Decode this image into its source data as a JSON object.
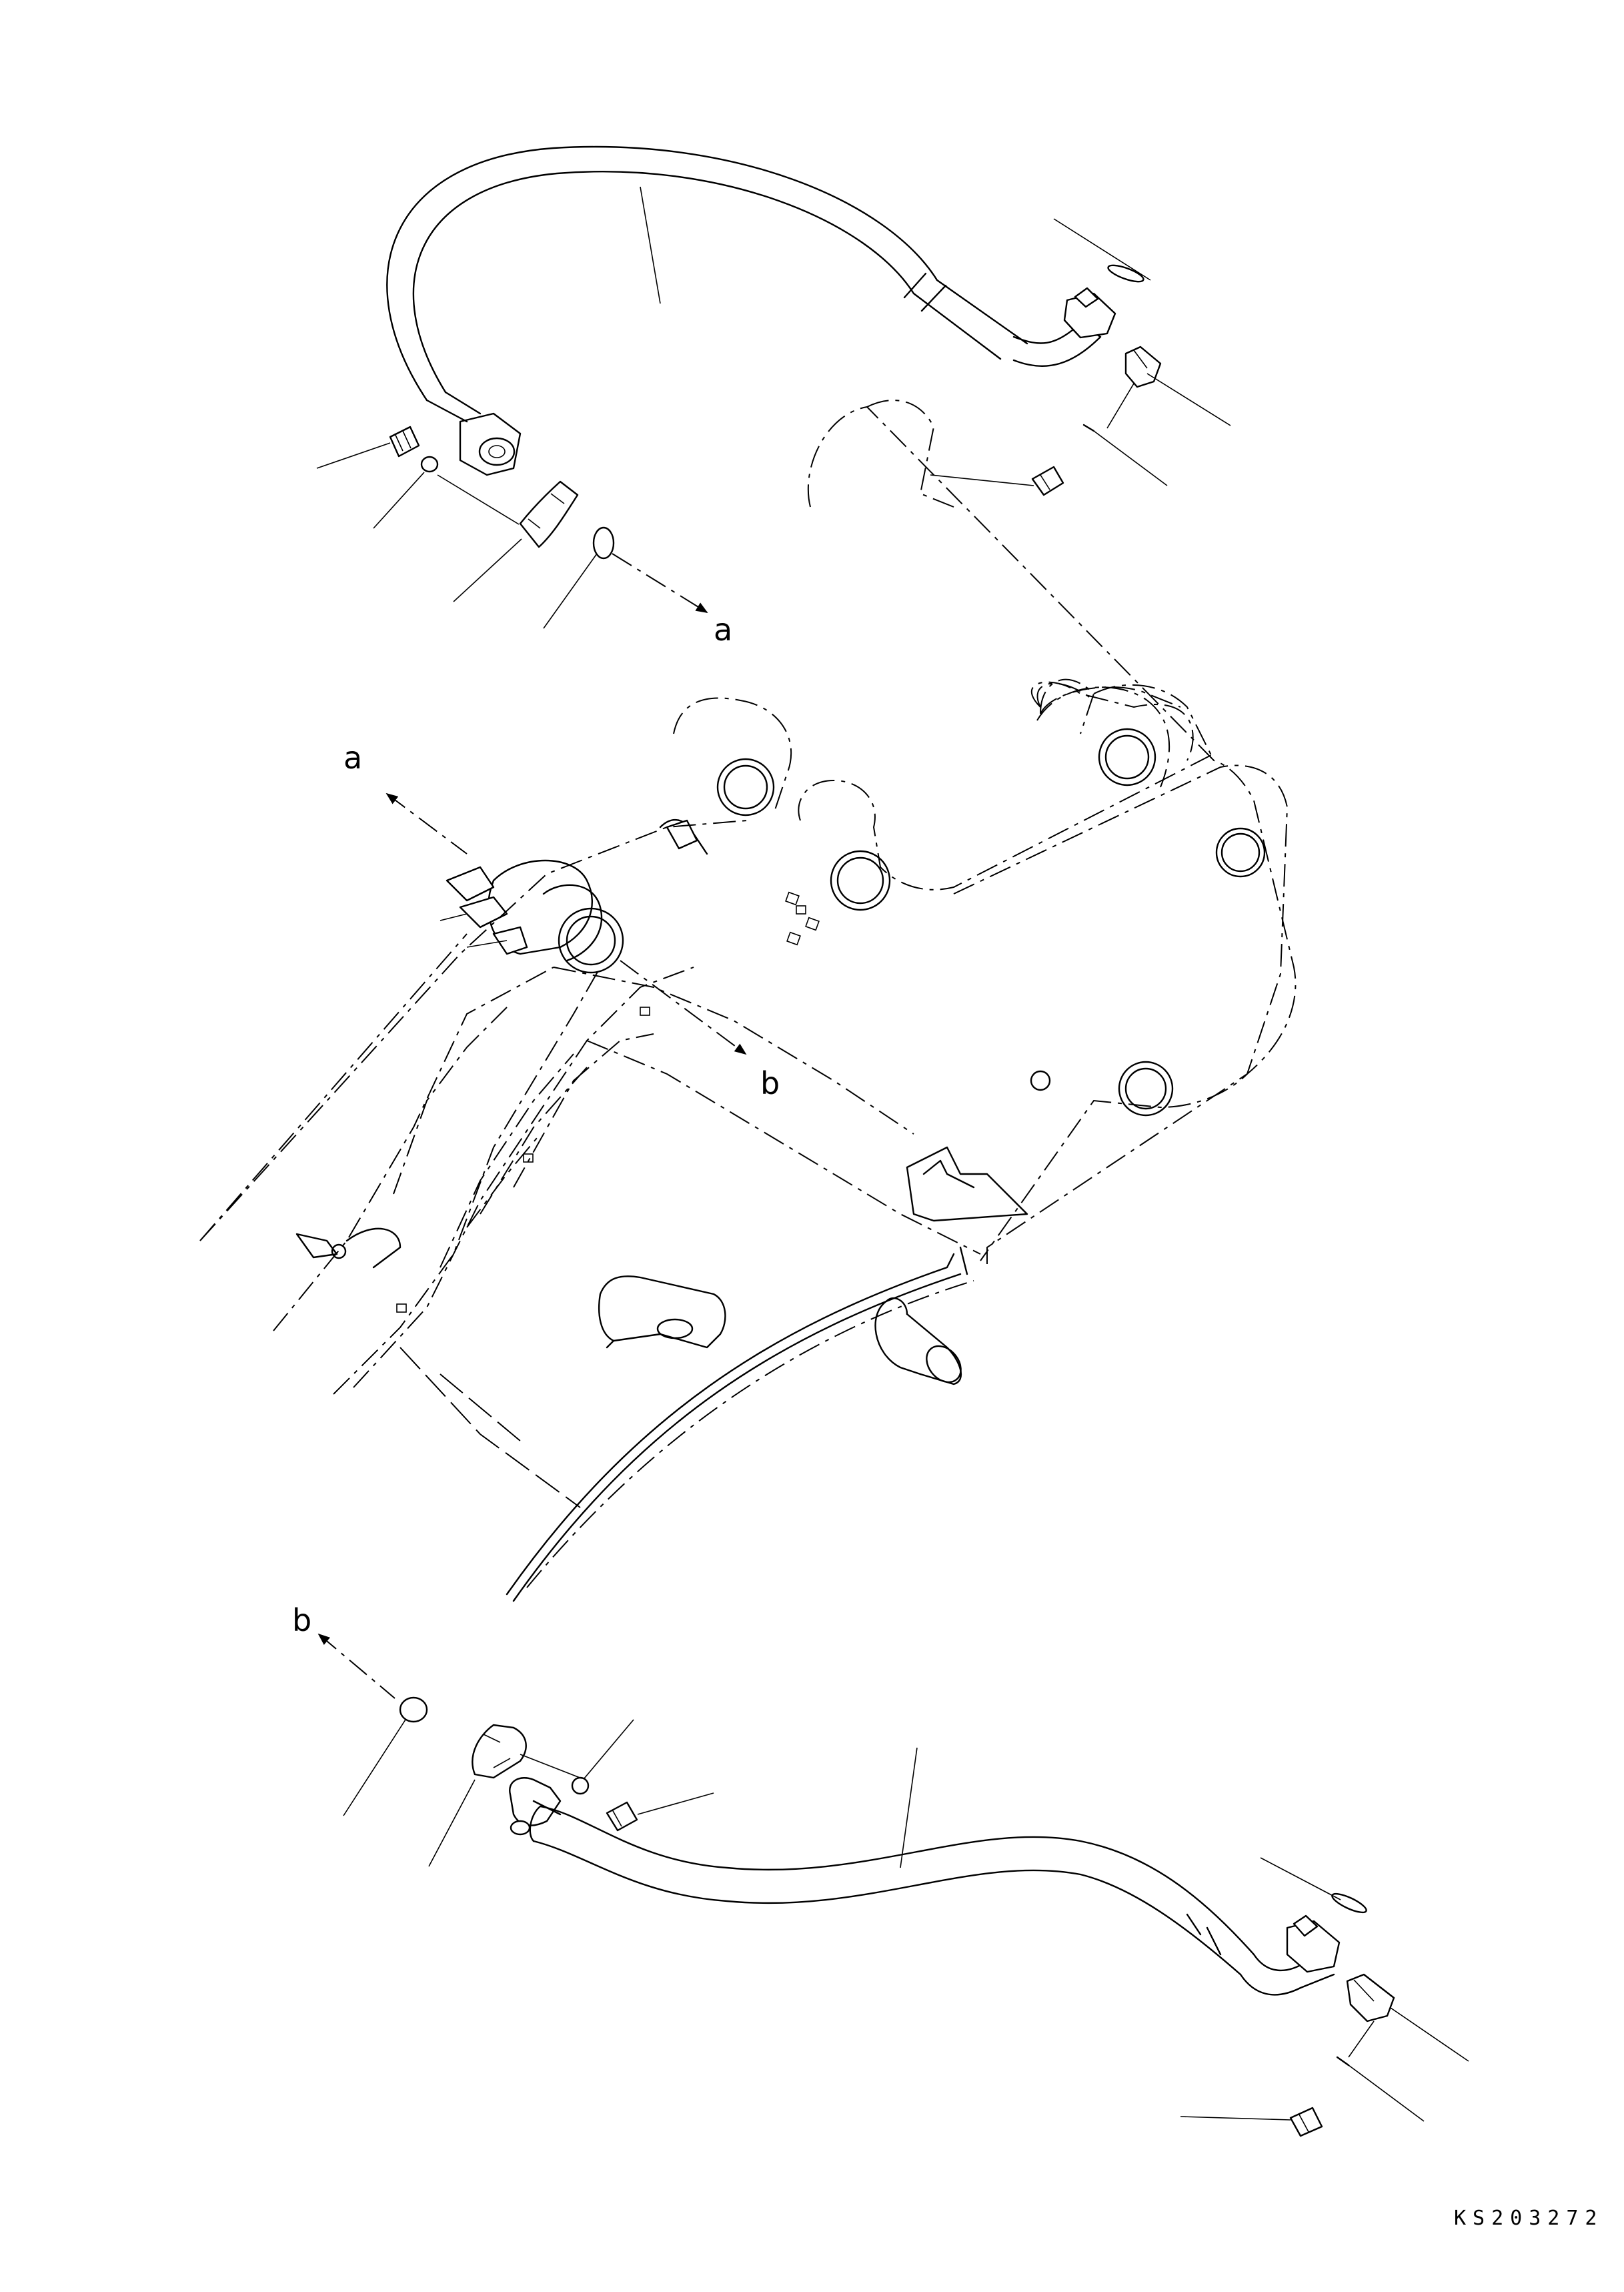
{
  "callouts": {
    "a_top": "a",
    "a_mid": "a",
    "b_mid": "b",
    "b_bottom": "b"
  },
  "drawing_code": "KS203272"
}
